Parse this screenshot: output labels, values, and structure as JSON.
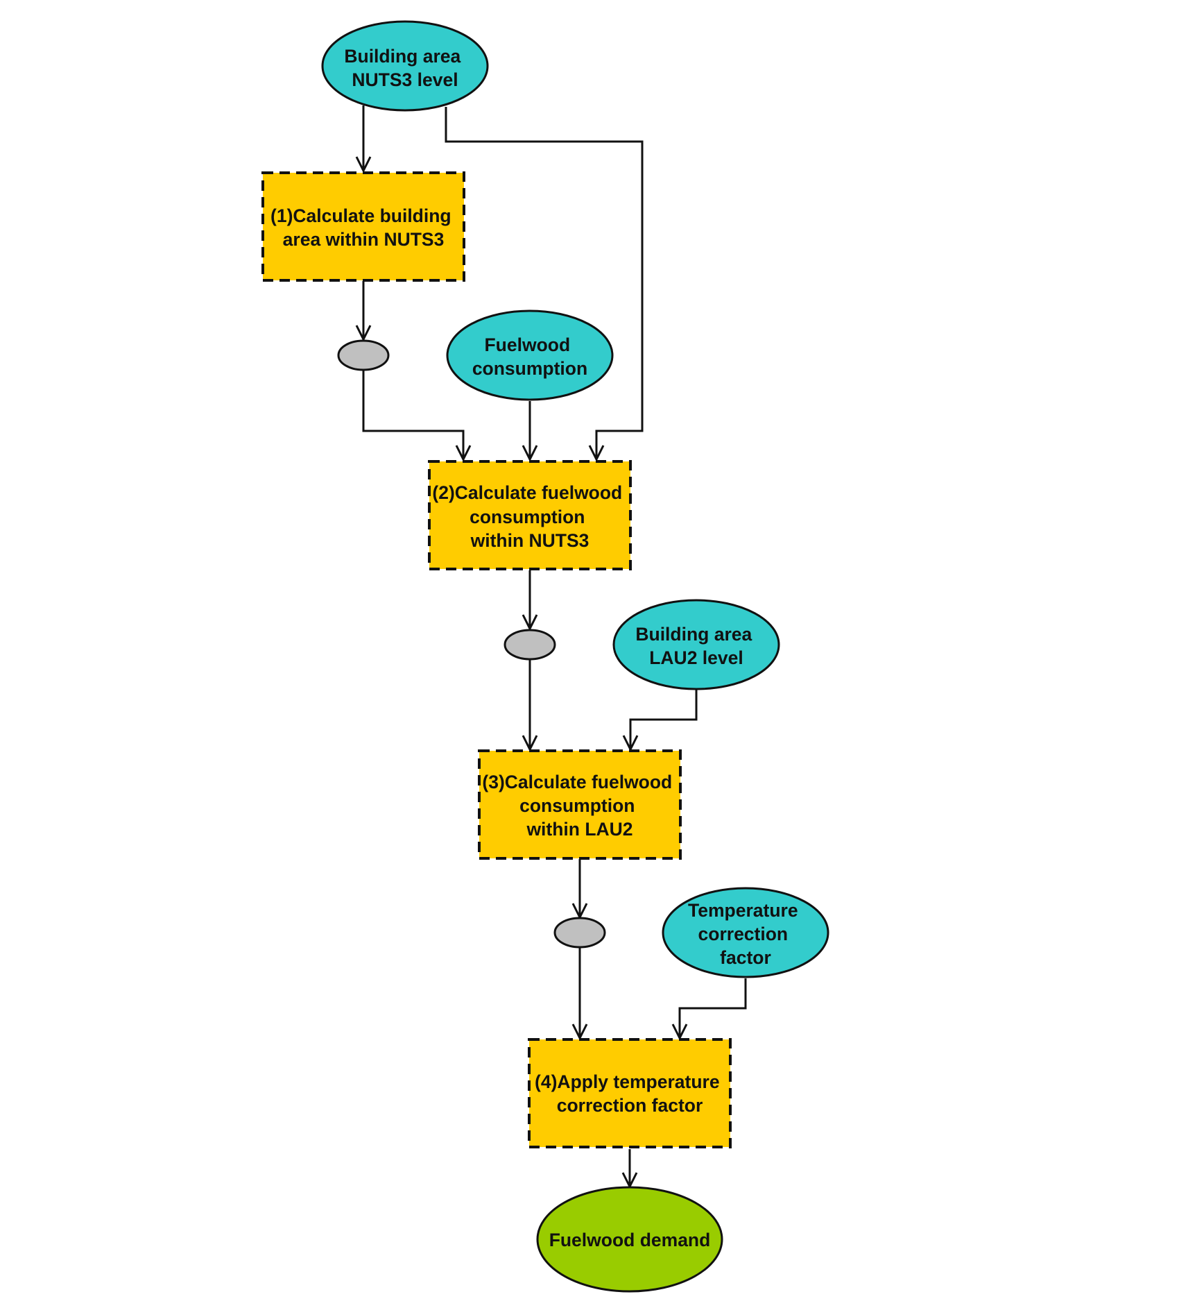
{
  "nodes": {
    "building_area_nuts3": {
      "lines": [
        "Building area",
        "NUTS3 level"
      ],
      "kind": "input"
    },
    "step1": {
      "lines": [
        "(1)Calculate building",
        "area within NUTS3"
      ],
      "kind": "process"
    },
    "fuelwood_consumption": {
      "lines": [
        "Fuelwood",
        "consumption"
      ],
      "kind": "input"
    },
    "step2": {
      "lines": [
        "(2)Calculate fuelwood",
        "consumption",
        "within NUTS3"
      ],
      "kind": "process"
    },
    "building_area_lau2": {
      "lines": [
        "Building area",
        "LAU2 level"
      ],
      "kind": "input"
    },
    "step3": {
      "lines": [
        "(3)Calculate fuelwood",
        "consumption",
        "within LAU2"
      ],
      "kind": "process"
    },
    "temperature_correction": {
      "lines": [
        "Temperature",
        "correction",
        "factor"
      ],
      "kind": "input"
    },
    "step4": {
      "lines": [
        "(4)Apply temperature",
        "correction factor"
      ],
      "kind": "process"
    },
    "fuelwood_demand": {
      "lines": [
        "Fuelwood demand"
      ],
      "kind": "output"
    }
  },
  "edges": [
    {
      "from": "building_area_nuts3",
      "to": "step1"
    },
    {
      "from": "step1",
      "to": "intermediate_1"
    },
    {
      "from": "intermediate_1",
      "to": "step2"
    },
    {
      "from": "fuelwood_consumption",
      "to": "step2"
    },
    {
      "from": "building_area_nuts3",
      "to": "step2"
    },
    {
      "from": "step2",
      "to": "intermediate_2"
    },
    {
      "from": "intermediate_2",
      "to": "step3"
    },
    {
      "from": "building_area_lau2",
      "to": "step3"
    },
    {
      "from": "step3",
      "to": "intermediate_3"
    },
    {
      "from": "intermediate_3",
      "to": "step4"
    },
    {
      "from": "temperature_correction",
      "to": "step4"
    },
    {
      "from": "step4",
      "to": "fuelwood_demand"
    }
  ],
  "colors": {
    "input": "#33cccc",
    "process": "#ffcc00",
    "output": "#99cc00",
    "intermediate": "#c0c0c0",
    "stroke": "#111111",
    "background": "#ffffff"
  }
}
